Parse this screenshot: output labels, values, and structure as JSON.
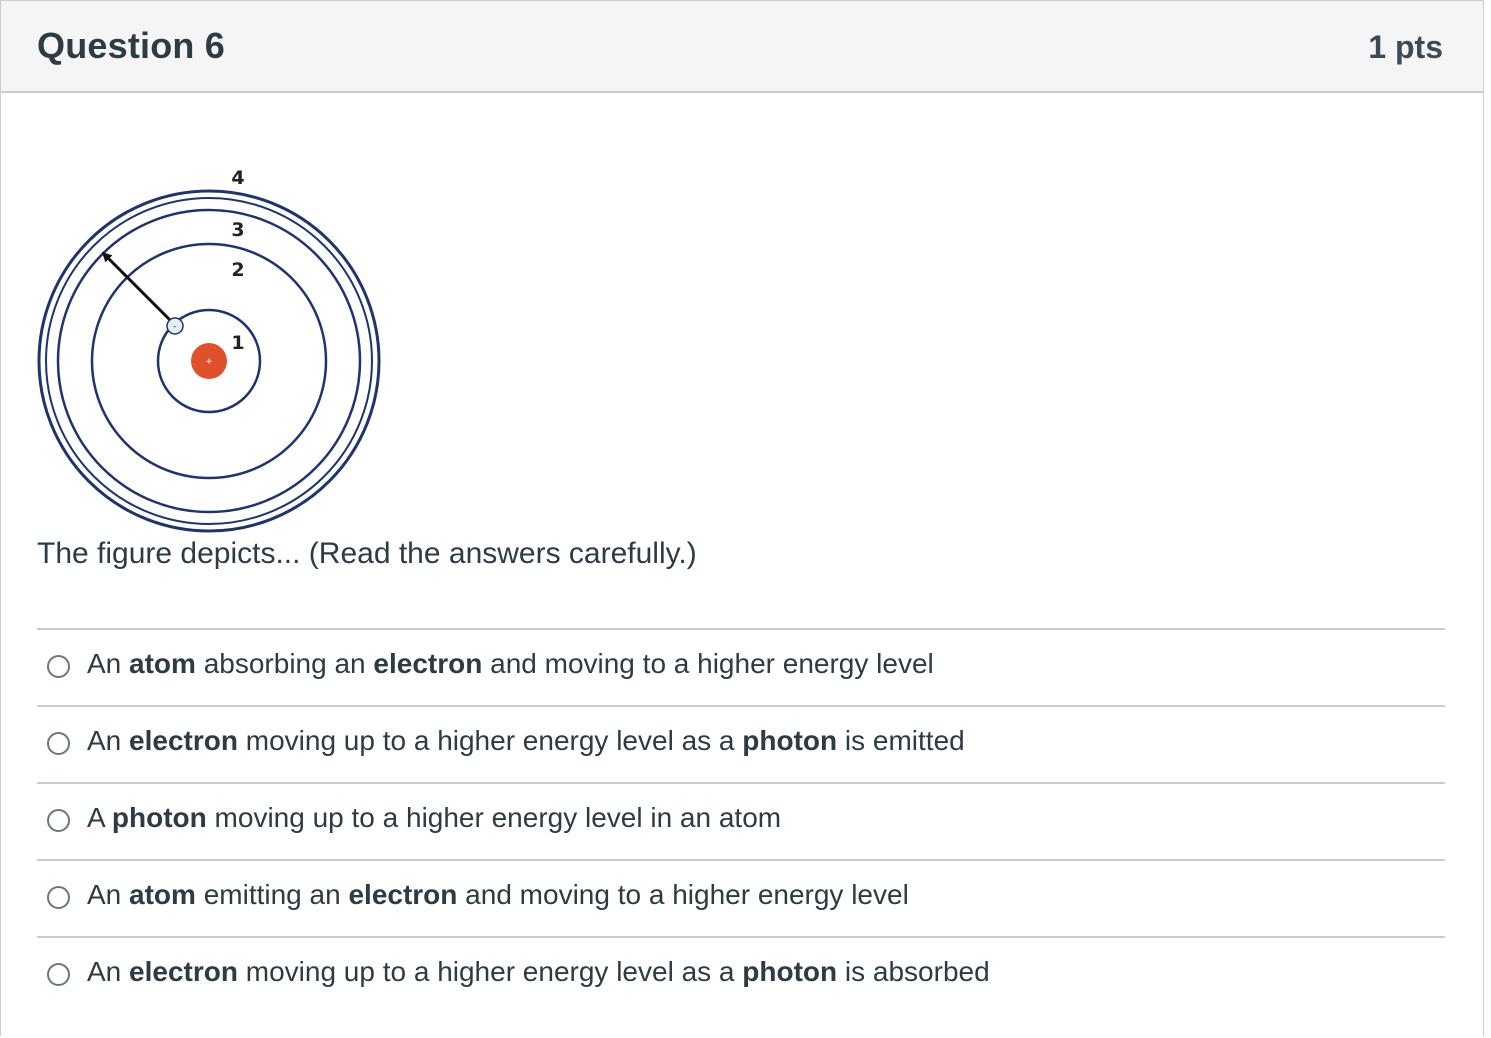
{
  "question": {
    "title": "Question 6",
    "points": "1 pts"
  },
  "figure": {
    "level_labels": [
      "1",
      "2",
      "3",
      "4"
    ],
    "nucleus_sign": "+",
    "electron_sign": "-",
    "colors": {
      "orbit": "#1f3370",
      "nucleus": "#e0502a",
      "arrow": "#111111"
    }
  },
  "prompt": "The figure depicts... (Read the answers carefully.)",
  "answers": [
    {
      "parts": [
        {
          "text": "An ",
          "bold": false
        },
        {
          "text": "atom",
          "bold": true
        },
        {
          "text": " absorbing an ",
          "bold": false
        },
        {
          "text": "electron",
          "bold": true
        },
        {
          "text": " and moving to a higher energy level",
          "bold": false
        }
      ]
    },
    {
      "parts": [
        {
          "text": "An ",
          "bold": false
        },
        {
          "text": "electron",
          "bold": true
        },
        {
          "text": " moving up to a higher energy level as a ",
          "bold": false
        },
        {
          "text": "photon",
          "bold": true
        },
        {
          "text": " is emitted",
          "bold": false
        }
      ]
    },
    {
      "parts": [
        {
          "text": "A ",
          "bold": false
        },
        {
          "text": "photon",
          "bold": true
        },
        {
          "text": " moving up to a higher energy level in an atom",
          "bold": false
        }
      ]
    },
    {
      "parts": [
        {
          "text": "An ",
          "bold": false
        },
        {
          "text": "atom",
          "bold": true
        },
        {
          "text": " emitting an ",
          "bold": false
        },
        {
          "text": "electron",
          "bold": true
        },
        {
          "text": " and moving to a higher energy level",
          "bold": false
        }
      ]
    },
    {
      "parts": [
        {
          "text": "An ",
          "bold": false
        },
        {
          "text": "electron",
          "bold": true
        },
        {
          "text": " moving up to a higher energy level as a ",
          "bold": false
        },
        {
          "text": "photon",
          "bold": true
        },
        {
          "text": " is absorbed",
          "bold": false
        }
      ]
    }
  ]
}
